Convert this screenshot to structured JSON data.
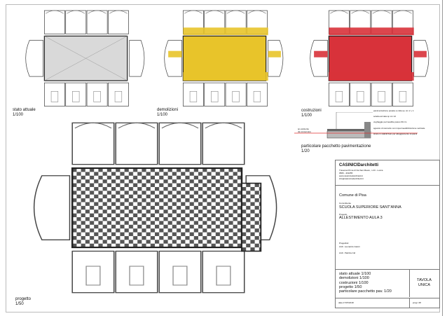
{
  "colors": {
    "stato": "#d9d9d9",
    "demolizioni": "#e8c42a",
    "costruzioni": "#d8323a",
    "progetto": "#555555"
  },
  "drawings": [
    {
      "title": "stato attuale",
      "scale": "1/100"
    },
    {
      "title": "demolizioni",
      "scale": "1/100"
    },
    {
      "title": "costruzioni",
      "scale": "1/100"
    },
    {
      "title": "progetto",
      "scale": "1/50"
    },
    {
      "title": "particolare pacchetto pavimentazione",
      "scale": "1/20"
    }
  ],
  "detail_notes": [
    "pavimentazione posata a colla sp. cm 2 + 1",
    "soletta armata sp cm 12",
    "vughaggio permeabile passo 60 cm",
    "sgancio di raccordo con impermeabilizzazione verticale",
    "strato in stabilizzato per alloggiamento impianti"
  ],
  "detail_left_notes": [
    "sp.esistente",
    "da conservare"
  ],
  "title_block": {
    "firm": "CASINICIDarchitetti",
    "firm_lines": [
      "Traversa Prima di Via San Mauro, n 23 - Lucca",
      "0583 - 419255",
      "www.casiniciodarchitetti.it",
      "info@casiniciodarchitetti.it"
    ],
    "comune": "Comune di Pisa",
    "committente_label": "Committente",
    "committente": "SCUOLA SUPERIORE SANT'ANNA",
    "progetto_label": "Progetto",
    "progetto": "ALLESTIMENTO AULA 3",
    "progettisti_label": "Progettisti",
    "progettisti": [
      "Arch. Leonardo Casini",
      "Arch. Patrizia Cid"
    ],
    "contents": [
      "stato attuale 1/100",
      "demolizioni 1/100",
      "costruzioni 1/100",
      "progetto 1/50",
      "particolare pacchetto pav. 1/20"
    ],
    "tavola": [
      "TAVOLA",
      "UNICA"
    ],
    "date": "data 17/07/2018",
    "prog": "progr. 08"
  }
}
